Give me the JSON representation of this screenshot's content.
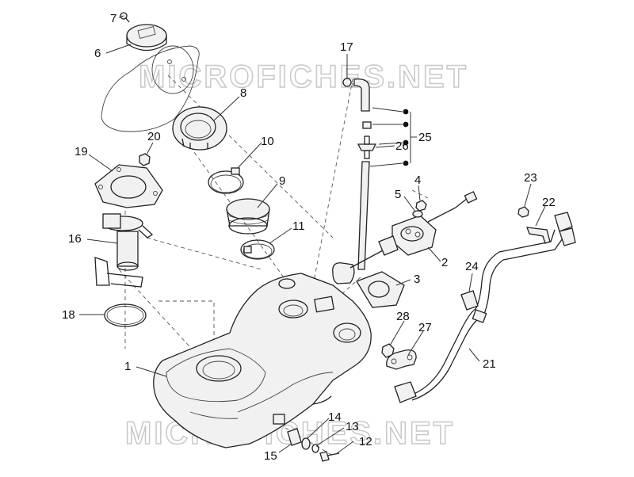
{
  "watermark": {
    "text": "MICROFICHES.NET"
  },
  "callouts": {
    "c1": "1",
    "c2": "2",
    "c3": "3",
    "c4": "4",
    "c5": "5",
    "c6": "6",
    "c7": "7",
    "c8": "8",
    "c9": "9",
    "c10": "10",
    "c11": "11",
    "c12": "12",
    "c13": "13",
    "c14": "14",
    "c15": "15",
    "c16": "16",
    "c17": "17",
    "c18": "18",
    "c19": "19",
    "c20": "20",
    "c21": "21",
    "c22": "22",
    "c23": "23",
    "c24": "24",
    "c25": "25",
    "c26": "26",
    "c27": "27",
    "c28": "28"
  },
  "colors": {
    "line": "#222222",
    "watermark": "#c8c8c8",
    "background": "#ffffff"
  }
}
